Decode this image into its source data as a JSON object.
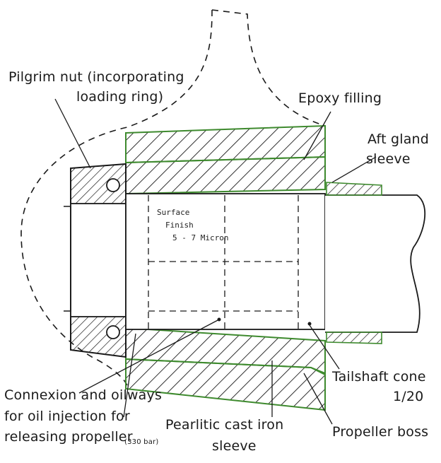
{
  "labels": {
    "pilgrim_nut_line1": "Pilgrim nut (incorporating",
    "pilgrim_nut_line2": "loading ring)",
    "epoxy_filling": "Epoxy filling",
    "aft_gland_line1": "Aft gland",
    "aft_gland_line2": "sleeve",
    "surface_finish_line1": "Surface",
    "surface_finish_line2": "Finish",
    "surface_finish_line3": "5 - 7 Micron",
    "tailshaft_cone_line1": "Tailshaft cone",
    "tailshaft_cone_line2": "1/20",
    "connexion_line1": "Connexion and oilways",
    "connexion_line2": "for oil injection for",
    "connexion_line3": "releasing propeller",
    "pressure": "(330 bar)",
    "pearlitic_line1": "Pearlitic cast iron",
    "pearlitic_line2": "sleeve",
    "propeller_boss": "Propeller boss"
  },
  "colors": {
    "ink": "#1a1a1a",
    "green": "#3e8a2e"
  }
}
